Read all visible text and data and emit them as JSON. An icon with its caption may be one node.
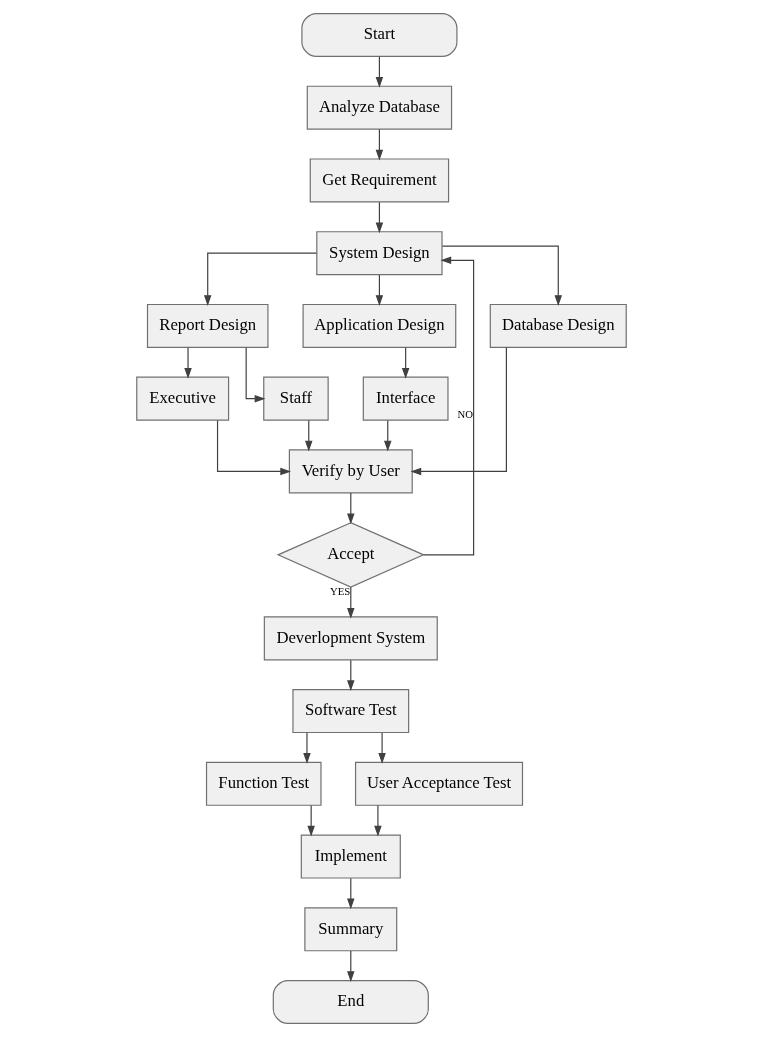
{
  "diagram": {
    "nodes": [
      {
        "text": [
          "Start"
        ]
      },
      {
        "text": [
          "Analyze Database"
        ]
      },
      {
        "text": [
          "Get Requirement"
        ]
      },
      {
        "text": [
          "System Design"
        ]
      },
      {
        "text": [
          "Report Design"
        ]
      },
      {
        "text": [
          "Application Design"
        ]
      },
      {
        "text": [
          "Database Design"
        ]
      },
      {
        "text": [
          "Executive"
        ]
      },
      {
        "text": [
          "Staff"
        ]
      },
      {
        "text": [
          "Interface"
        ]
      },
      {
        "text": [
          "Verify by User"
        ]
      },
      {
        "text": [
          "Accept"
        ]
      },
      {
        "text": [
          "Deverlopment System"
        ]
      },
      {
        "text": [
          "Software Test"
        ]
      },
      {
        "text": [
          "Function Test"
        ]
      },
      {
        "text": [
          "User Acceptance Test"
        ]
      },
      {
        "text": [
          "Implement"
        ]
      },
      {
        "text": [
          "Summary"
        ]
      },
      {
        "text": [
          "End"
        ]
      }
    ],
    "edges": [
      {
        "from": 0,
        "to": 1,
        "arrow": "to"
      },
      {
        "from": 1,
        "to": 2,
        "arrow": "to"
      },
      {
        "from": 2,
        "to": 3,
        "arrow": "to"
      },
      {
        "from": 3,
        "to": 4,
        "arrow": "to"
      },
      {
        "from": 3,
        "to": 5,
        "arrow": "to"
      },
      {
        "from": 3,
        "to": 6,
        "arrow": "to"
      },
      {
        "from": 4,
        "to": 7,
        "arrow": "to"
      },
      {
        "from": 4,
        "to": 8,
        "arrow": "to"
      },
      {
        "from": 5,
        "to": 9,
        "arrow": "to"
      },
      {
        "from": 7,
        "to": 10,
        "arrow": "to"
      },
      {
        "from": 8,
        "to": 10,
        "arrow": "to"
      },
      {
        "from": 9,
        "to": 10,
        "arrow": "to"
      },
      {
        "from": 6,
        "to": 10,
        "arrow": "to"
      },
      {
        "from": 10,
        "to": 11,
        "arrow": "to"
      },
      {
        "from": 11,
        "to": 3,
        "arrow": "to",
        "label": "NO"
      },
      {
        "from": 11,
        "to": 12,
        "arrow": "to",
        "label": "YES"
      },
      {
        "from": 12,
        "to": 13,
        "arrow": "to"
      },
      {
        "from": 13,
        "to": 14,
        "arrow": "to"
      },
      {
        "from": 13,
        "to": 15,
        "arrow": "to"
      },
      {
        "from": 14,
        "to": 16,
        "arrow": "to"
      },
      {
        "from": 15,
        "to": 16,
        "arrow": "to"
      },
      {
        "from": 16,
        "to": 17,
        "arrow": "to"
      },
      {
        "from": 17,
        "to": 18,
        "arrow": "to"
      }
    ]
  }
}
